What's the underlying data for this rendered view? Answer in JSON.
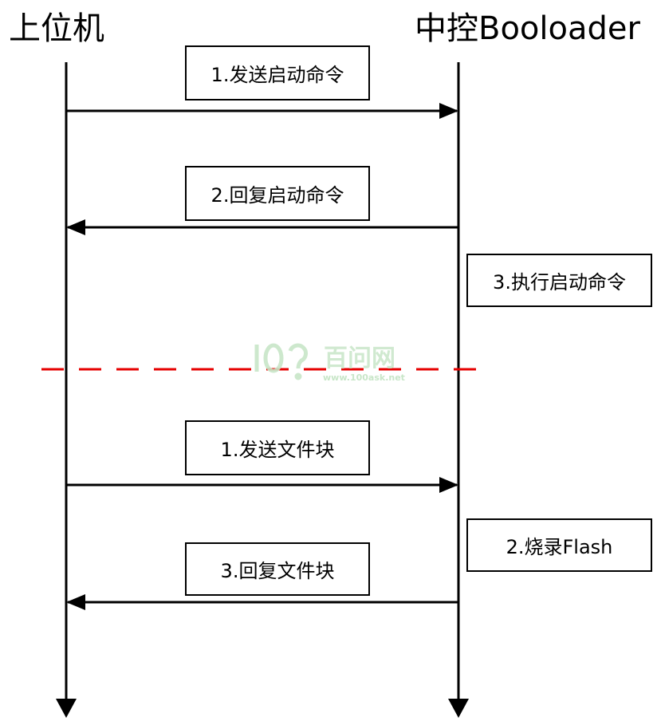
{
  "participants": {
    "left": "上位机",
    "right": "中控Booloader"
  },
  "messages": {
    "m1": "1.发送启动命令",
    "m2": "2.回复启动命令",
    "m3": "3.执行启动命令",
    "m4": "1.发送文件块",
    "m5": "2.烧录Flash",
    "m6": "3.回复文件块"
  },
  "watermark": {
    "brand": "100 百问网",
    "url": "www.100ask.net"
  },
  "colors": {
    "line": "#000000",
    "divider": "#e60000",
    "watermark": "#c8e6c8"
  }
}
